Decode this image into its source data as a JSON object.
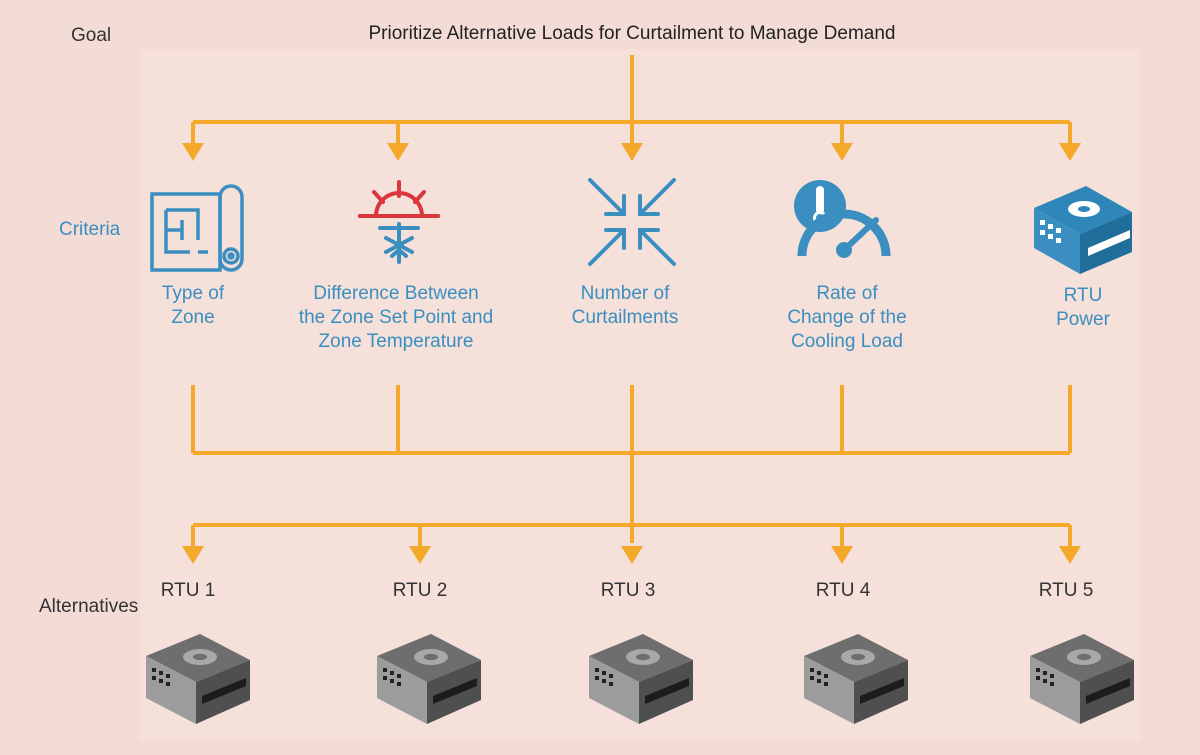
{
  "rows": {
    "goal": "Goal",
    "criteria": "Criteria",
    "alternatives": "Alternatives"
  },
  "goal": {
    "title": "Prioritize Alternative Loads for Curtailment to Manage Demand"
  },
  "criteria": [
    {
      "label": "Type of\nZone",
      "icon": "blueprint-icon"
    },
    {
      "label": "Difference Between\nthe Zone Set Point and\nZone Temperature",
      "icon": "sun-snowflake-icon"
    },
    {
      "label": "Number of\nCurtailments",
      "icon": "arrows-converge-icon"
    },
    {
      "label": "Rate of\nChange of the\nCooling Load",
      "icon": "thermometer-gauge-icon"
    },
    {
      "label": "RTU\nPower",
      "icon": "rtu-unit-icon"
    }
  ],
  "alternatives": [
    {
      "label": "RTU 1",
      "icon": "rtu-unit-icon"
    },
    {
      "label": "RTU 2",
      "icon": "rtu-unit-icon"
    },
    {
      "label": "RTU 3",
      "icon": "rtu-unit-icon"
    },
    {
      "label": "RTU 4",
      "icon": "rtu-unit-icon"
    },
    {
      "label": "RTU 5",
      "icon": "rtu-unit-icon"
    }
  ],
  "colors": {
    "connector": "#f4a92b",
    "criteria_text": "#3a8fc0",
    "icon_blue": "#3a8fc0",
    "icon_red": "#d9363e",
    "background": "#f2dcd5"
  }
}
